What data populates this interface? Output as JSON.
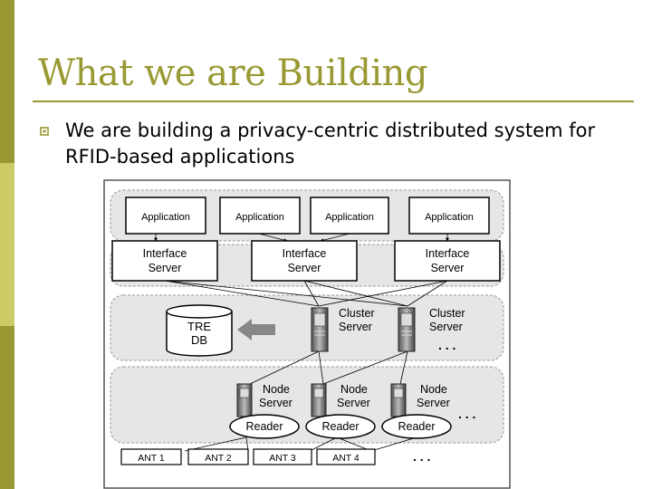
{
  "slide": {
    "title": "What we are Building",
    "bullet": "We are building a privacy-centric distributed system for RFID-based applications"
  },
  "colors": {
    "accent": "#999933",
    "accent_light": "#cccc66",
    "diagram_layer": "#e6e6e6",
    "arrow": "#888888"
  },
  "icons": {
    "bullet": "hollow-square-icon",
    "server": "server-tower-icon",
    "database": "cylinder-db-icon"
  },
  "diagram": {
    "applications": [
      "Application",
      "Application",
      "Application",
      "Application"
    ],
    "interface_server": {
      "line1": "Interface",
      "line2": "Server"
    },
    "interface_servers": 3,
    "db": {
      "line1": "TRE",
      "line2": "DB"
    },
    "cluster_server": {
      "line1": "Cluster",
      "line2": "Server"
    },
    "node_server": {
      "line1": "Node",
      "line2": "Server"
    },
    "reader": "Reader",
    "antennas": [
      "ANT 1",
      "ANT 2",
      "ANT 3",
      "ANT 4"
    ],
    "ellipsis": ". . ."
  }
}
